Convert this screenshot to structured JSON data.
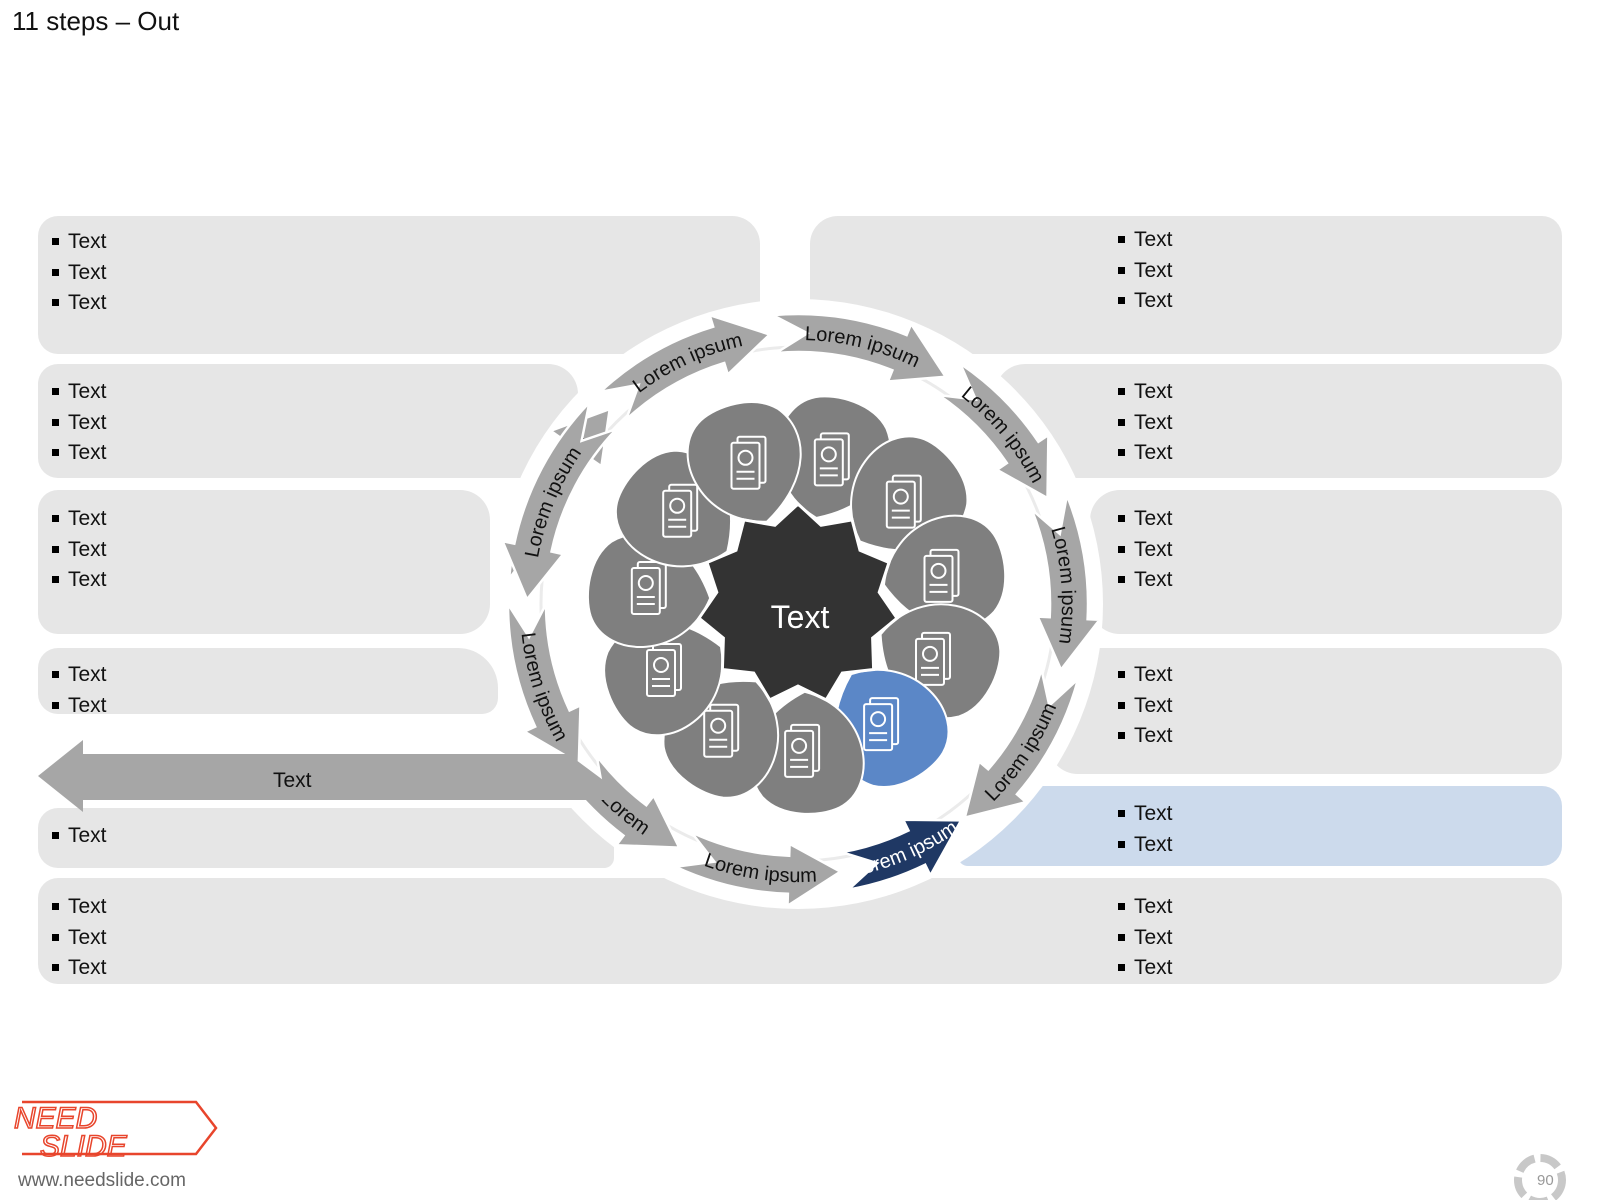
{
  "title": "11 steps – Out",
  "center_label": "Text",
  "out_arrow_label": "Text",
  "ring_labels": [
    "Lorem ipsum",
    "Lorem ipsum",
    "Lorem ipsum",
    "Lorem ipsum",
    "Lorem ipsum",
    "Lorem ipsum",
    "Lorem ipsum",
    "Lorem ipsum",
    "Lorem",
    "Lorem ipsum",
    "Lorem ipsum"
  ],
  "petal_icons": [
    "plant-network-icon",
    "bar-chart-document-icon",
    "pie-chart-document-icon",
    "presentation-board-icon",
    "highlighted-report-icon",
    "mobile-chart-icon",
    "document-stack-icon",
    "image-document-icon",
    "binders-download-icon",
    "mobile-phone-icon",
    "pie-report-icon"
  ],
  "left_panels": [
    {
      "items": [
        "Text",
        "Text",
        "Text"
      ]
    },
    {
      "items": [
        "Text",
        "Text",
        "Text"
      ]
    },
    {
      "items": [
        "Text",
        "Text",
        "Text"
      ]
    },
    {
      "items": [
        "Text",
        "Text"
      ]
    },
    {
      "items": [
        "Text"
      ]
    },
    {
      "items": [
        "Text",
        "Text",
        "Text"
      ]
    }
  ],
  "right_panels": [
    {
      "items": [
        "Text",
        "Text",
        "Text"
      ]
    },
    {
      "items": [
        "Text",
        "Text",
        "Text"
      ]
    },
    {
      "items": [
        "Text",
        "Text",
        "Text"
      ]
    },
    {
      "items": [
        "Text",
        "Text",
        "Text"
      ]
    },
    {
      "items": [
        "Text",
        "Text"
      ]
    },
    {
      "items": [
        "Text",
        "Text",
        "Text"
      ]
    }
  ],
  "logo": {
    "line1": "NEED",
    "line2": "SLIDE",
    "url": "www.needslide.com"
  },
  "page_number": "90",
  "colors": {
    "panel": "#e6e6e6",
    "panel_highlight": "#ccdaec",
    "ring_arrow": "#a6a6a6",
    "ring_arrow_highlight": "#1f3864",
    "petal": "#7f7f7f",
    "petal_highlight": "#5b87c7",
    "center": "#333333",
    "logo": "#e8452c"
  }
}
